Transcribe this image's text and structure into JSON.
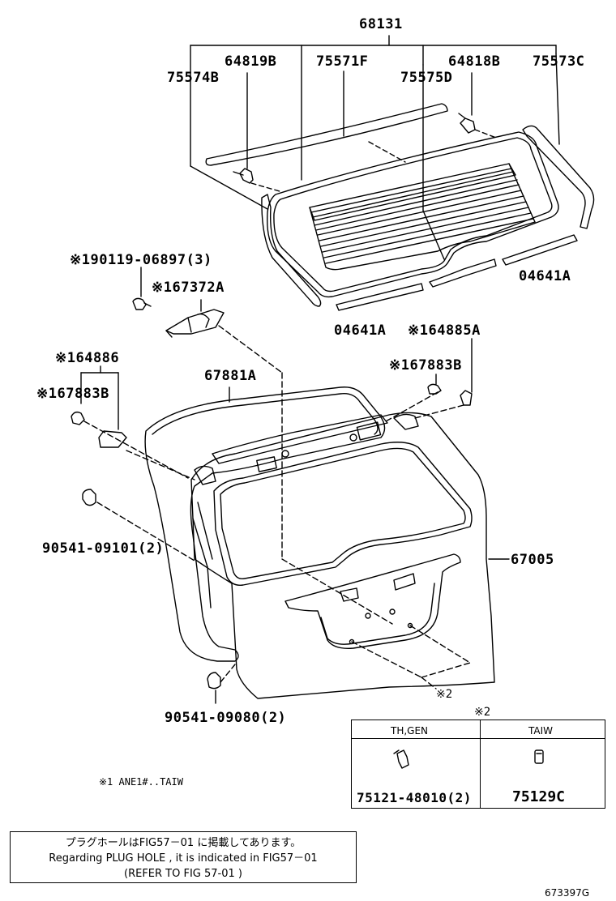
{
  "labels": {
    "p68131": "68131",
    "p64819B": "64819B",
    "p75571F": "75571F",
    "p64818B": "64818B",
    "p75573C": "75573C",
    "p75574B": "75574B",
    "p75575D": "75575D",
    "p04641A_right": "04641A",
    "p04641A_bottom": "04641A",
    "p190119": "※190119-06897(3)",
    "p167372A": "※167372A",
    "p164885A": "※164885A",
    "p164886": "※164886",
    "p167883B_right": "※167883B",
    "p167883B_left": "※167883B",
    "p67881A": "67881A",
    "p67005": "67005",
    "p90541_09101": "90541-09101(2)",
    "p90541_09080": "90541-09080(2)",
    "p_ref2": "※2",
    "note1": "※1 ANE1#..TAIW"
  },
  "table": {
    "title": "※2",
    "col1_header": "TH,GEN",
    "col2_header": "TAIW",
    "col1_part": "75121-48010(2)",
    "col2_part": "75129C"
  },
  "note_box": {
    "line1": "プラグホールはFIG57－01 に掲載してあります。",
    "line2": "Regarding  PLUG HOLE , it is indicated in FIG57－01",
    "line3": "(REFER TO FIG 57-01 )"
  },
  "figure_id": "673397G"
}
